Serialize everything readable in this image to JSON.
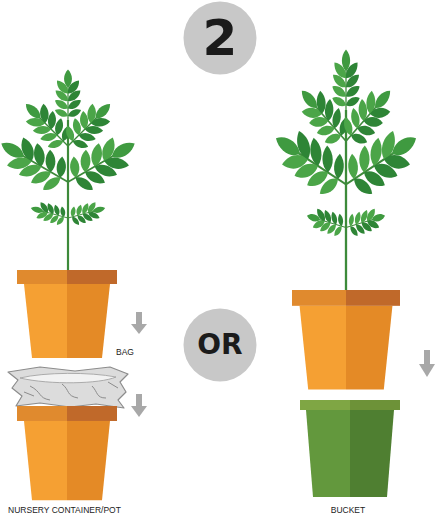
{
  "diagram": {
    "nodes": [
      {
        "text": [
          "2"
        ]
      },
      {
        "text": [
          "OR"
        ]
      }
    ],
    "labels": [
      "BAG",
      "NURSERY CONTAINER/POT",
      "BUCKET"
    ]
  }
}
